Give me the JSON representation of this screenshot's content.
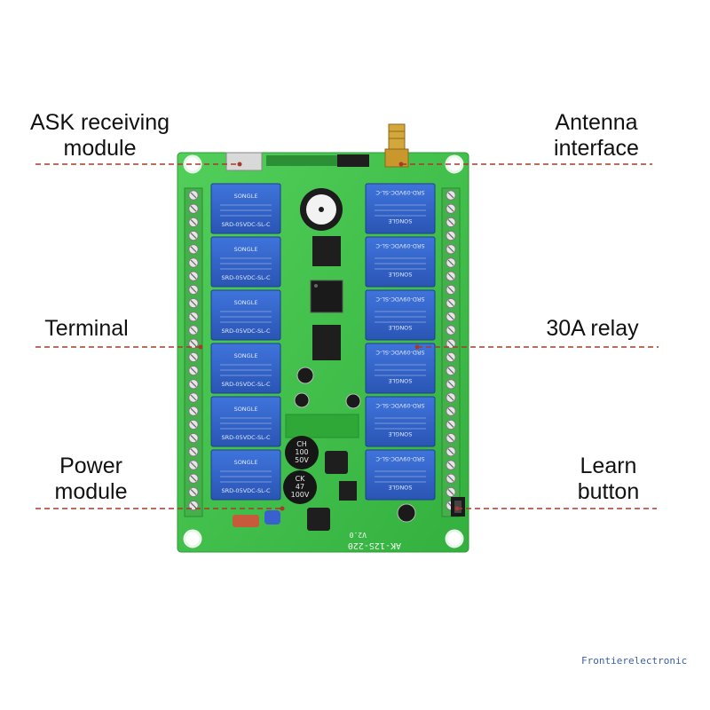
{
  "labels": {
    "ask_line1": "ASK receiving",
    "ask_line2": "module",
    "antenna_line1": "Antenna",
    "antenna_line2": "interface",
    "terminal": "Terminal",
    "relay": "30A relay",
    "power_line1": "Power",
    "power_line2": "module",
    "learn_line1": "Learn",
    "learn_line2": "button"
  },
  "board": {
    "model": "AK-12S-220",
    "version": "V2.0",
    "relay_brand": "SONGLE",
    "relay_model_left": "SRD-05VDC-SL-C",
    "relay_model_right": "SRD-09VDC-SL-C",
    "cap1_line1": "CH",
    "cap1_line2": "100",
    "cap1_line3": "50V",
    "cap2_line1": "CK",
    "cap2_line2": "47",
    "cap2_line3": "100V"
  },
  "watermark": "Frontierelectronic",
  "colors": {
    "pcb": "#3fc24a",
    "relay": "#2f62c9",
    "terminal": "#43b04a",
    "leader": "#a83a2a"
  }
}
